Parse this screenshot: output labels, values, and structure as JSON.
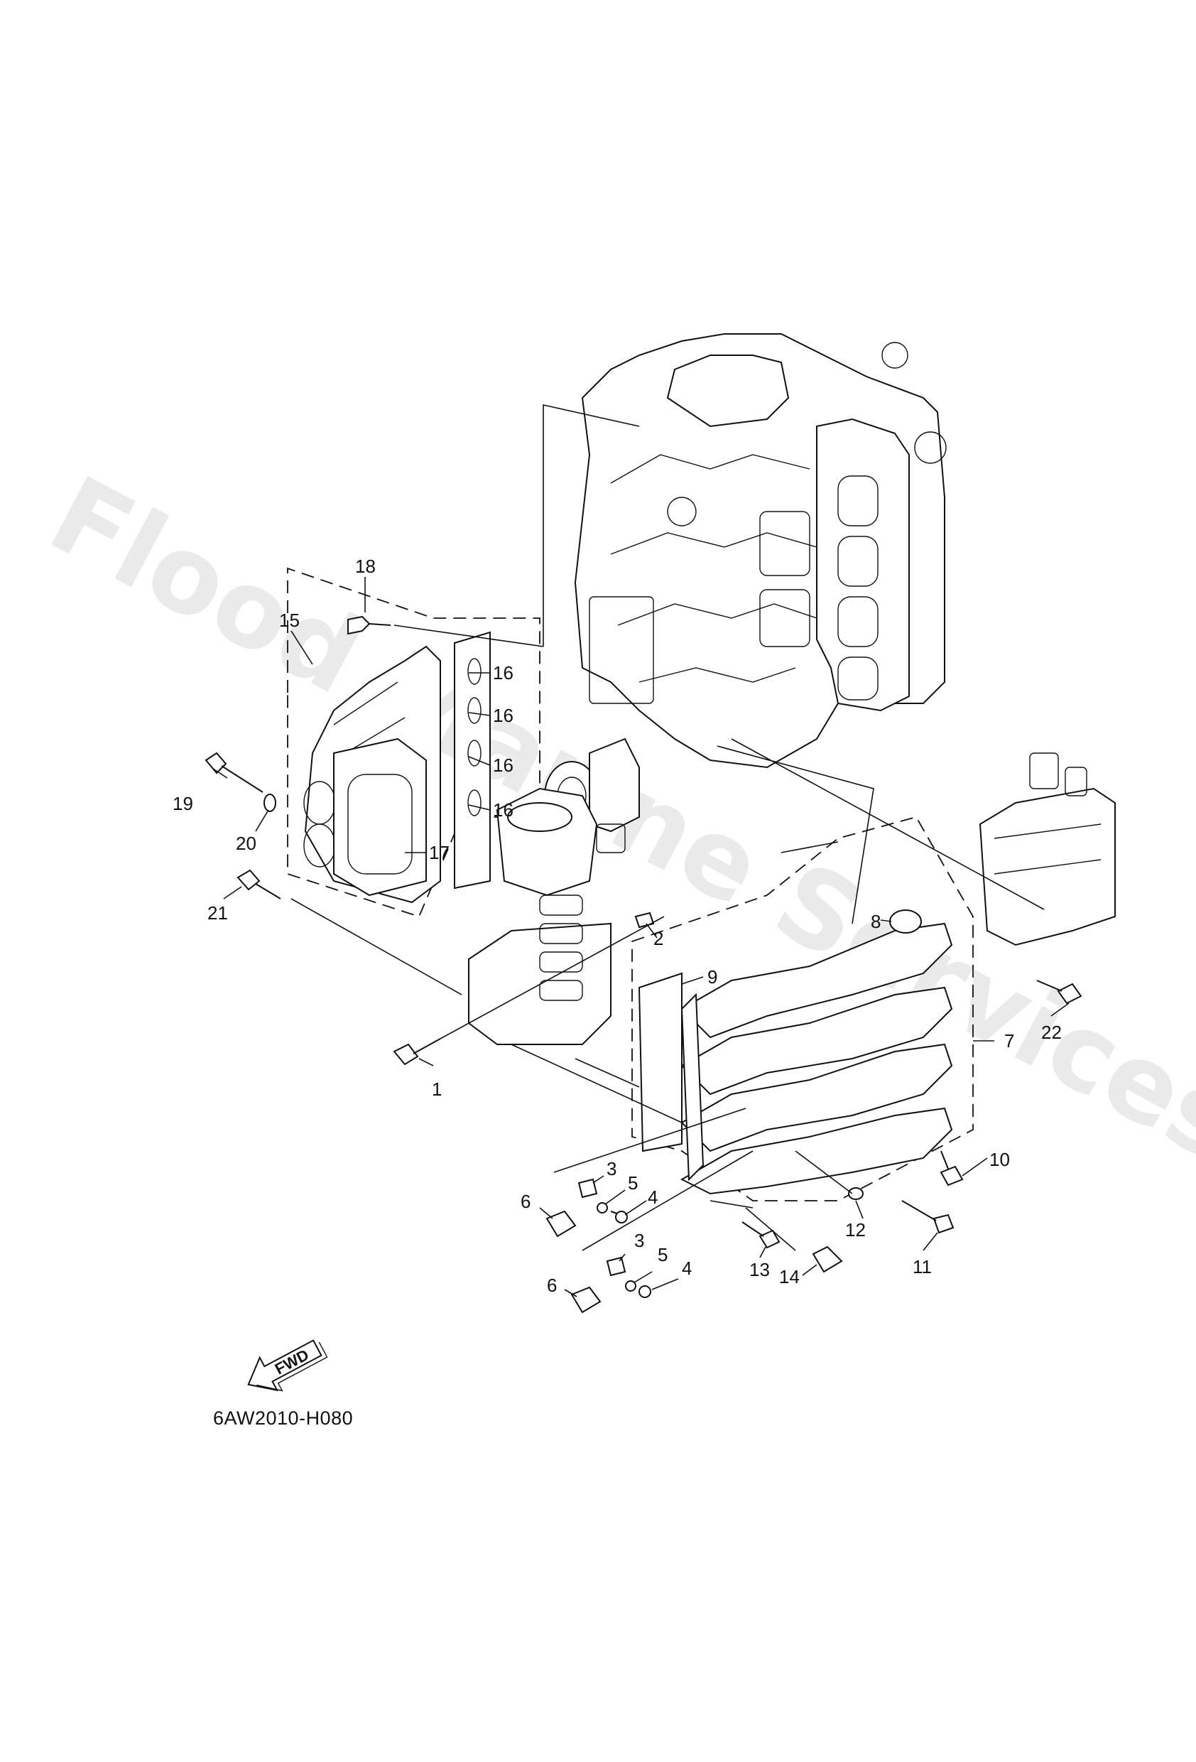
{
  "diagram": {
    "drawing_code": "6AW2010-H080",
    "watermark": "Flood Marine Services",
    "fwd_label": "FWD",
    "callouts": {
      "c1": "1",
      "c2": "2",
      "c3a": "3",
      "c3b": "3",
      "c4a": "4",
      "c4b": "4",
      "c5a": "5",
      "c5b": "5",
      "c6a": "6",
      "c6b": "6",
      "c7": "7",
      "c8": "8",
      "c9": "9",
      "c10": "10",
      "c11": "11",
      "c12": "12",
      "c13": "13",
      "c14": "14",
      "c15": "15",
      "c16a": "16",
      "c16b": "16",
      "c16c": "16",
      "c16d": "16",
      "c17": "17",
      "c18": "18",
      "c19": "19",
      "c20": "20",
      "c21": "21",
      "c22": "22"
    }
  }
}
